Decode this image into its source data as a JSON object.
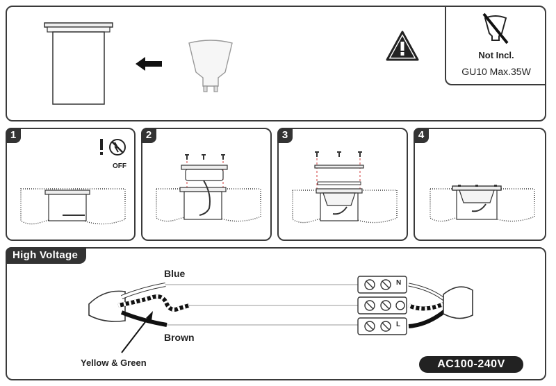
{
  "top_panel": {
    "not_included_label": "Not Incl.",
    "bulb_spec": "GU10 Max.35W",
    "icons": [
      "fixture-housing-icon",
      "arrow-left-icon",
      "gu10-bulb-icon",
      "warning-triangle-icon",
      "no-bulb-icon"
    ]
  },
  "steps": [
    {
      "number": "1",
      "off_label": "OFF"
    },
    {
      "number": "2"
    },
    {
      "number": "3"
    },
    {
      "number": "4"
    }
  ],
  "wiring": {
    "title": "High Voltage",
    "blue_label": "Blue",
    "brown_label": "Brown",
    "ground_label": "Yellow & Green",
    "terminal_n": "N",
    "terminal_l": "L",
    "voltage_label": "AC100-240V"
  },
  "colors": {
    "outline": "#3a3a3a",
    "badge_bg": "#333333",
    "warning_fill": "#222222",
    "dashed_red": "#d23c3c"
  }
}
